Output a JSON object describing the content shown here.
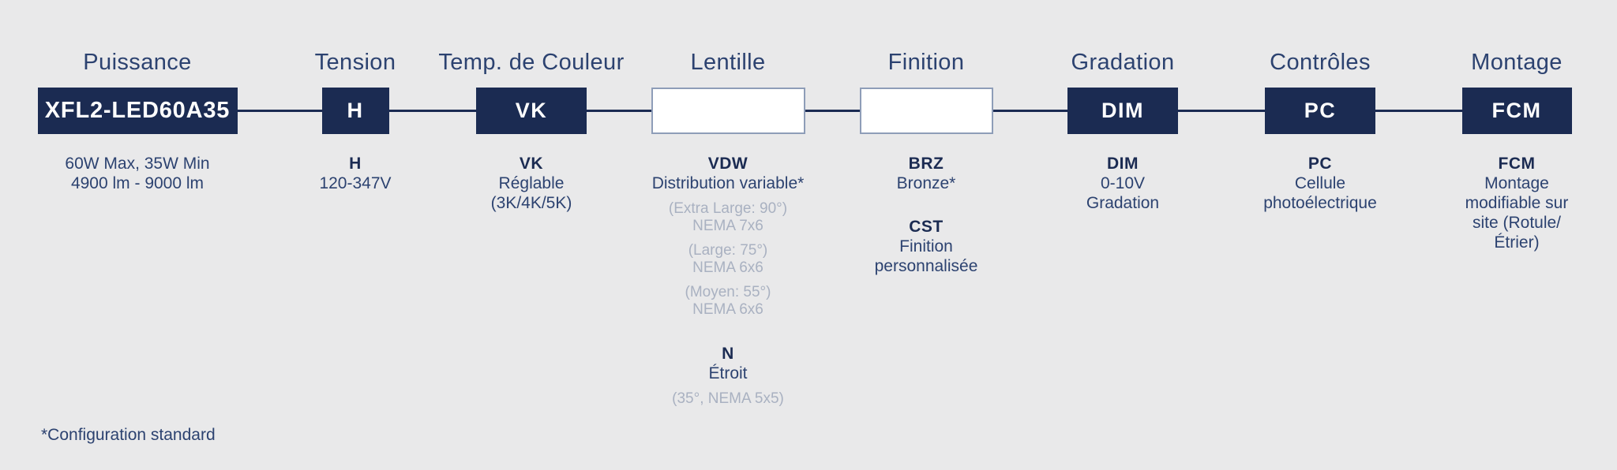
{
  "diagram": {
    "footnote": "*Configuration standard",
    "columns": [
      {
        "header": "Puissance",
        "box": {
          "label": "XFL2-LED60A35",
          "variant": "filled"
        },
        "entries": [
          {
            "code": "",
            "lines": [
              "60W Max, 35W Min",
              "4900 lm - 9000 lm"
            ]
          }
        ]
      },
      {
        "header": "Tension",
        "box": {
          "label": "H",
          "variant": "filled"
        },
        "entries": [
          {
            "code": "H",
            "lines": [
              "120-347V"
            ]
          }
        ]
      },
      {
        "header": "Temp. de Couleur",
        "box": {
          "label": "VK",
          "variant": "filled"
        },
        "entries": [
          {
            "code": "VK",
            "lines": [
              "Réglable",
              "(3K/4K/5K)"
            ]
          }
        ]
      },
      {
        "header": "Lentille",
        "box": {
          "label": "",
          "variant": "empty"
        },
        "entries": [
          {
            "code": "VDW",
            "lines": [
              "Distribution variable*"
            ],
            "options": [
              [
                "(Extra Large: 90°)",
                "NEMA 7x6"
              ],
              [
                "(Large: 75°)",
                "NEMA 6x6"
              ],
              [
                "(Moyen: 55°)",
                "NEMA 6x6"
              ]
            ]
          },
          {
            "code": "N",
            "lines": [
              "Étroit"
            ],
            "options": [
              [
                "(35°, NEMA 5x5)"
              ]
            ]
          }
        ]
      },
      {
        "header": "Finition",
        "box": {
          "label": "",
          "variant": "empty"
        },
        "entries": [
          {
            "code": "BRZ",
            "lines": [
              "Bronze*"
            ]
          },
          {
            "code": "CST",
            "lines": [
              "Finition",
              "personnalisée"
            ]
          }
        ]
      },
      {
        "header": "Gradation",
        "box": {
          "label": "DIM",
          "variant": "filled"
        },
        "entries": [
          {
            "code": "DIM",
            "lines": [
              "0-10V",
              "Gradation"
            ]
          }
        ]
      },
      {
        "header": "Contrôles",
        "box": {
          "label": "PC",
          "variant": "filled"
        },
        "entries": [
          {
            "code": "PC",
            "lines": [
              "Cellule",
              "photoélectrique"
            ]
          }
        ]
      },
      {
        "header": "Montage",
        "box": {
          "label": "FCM",
          "variant": "filled"
        },
        "entries": [
          {
            "code": "FCM",
            "lines": [
              "Montage",
              "modifiable sur",
              "site (Rotule/",
              "Étrier)"
            ]
          }
        ]
      }
    ]
  },
  "colors": {
    "background": "#e9e9ea",
    "navy_box": "#1b2b52",
    "navy_text": "#2c4270",
    "bold_code_text": "#1b2b52",
    "gray_text": "#a9b1c1",
    "empty_box_border": "#8e9db8",
    "empty_box_fill": "#ffffff"
  }
}
